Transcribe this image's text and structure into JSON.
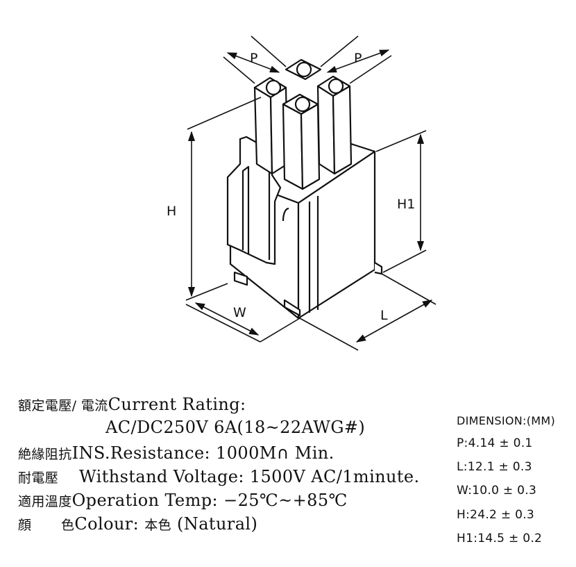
{
  "diagram": {
    "labels": {
      "p_left": "P",
      "p_right": "P",
      "h": "H",
      "h1": "H1",
      "w": "W",
      "l": "L"
    }
  },
  "specs": {
    "current": {
      "label_cjk": "額定電壓/ 電流",
      "label": "Current  Rating:",
      "value": "AC/DC250V  6A(18~22AWG#)"
    },
    "resistance": {
      "label_cjk": "絶緣阻抗",
      "text": "INS.Resistance: 1000M",
      "symbol": "∩",
      "suffix": " Min."
    },
    "voltage": {
      "label_cjk": "耐電壓",
      "text": "Withstand  Voltage: 1500V  AC/1minute."
    },
    "temperature": {
      "label_cjk": "適用溫度",
      "text": "Operation  Temp: −25℃~+85℃"
    },
    "colour": {
      "label_cjk_1": "顔",
      "label_cjk_2": "色",
      "text": "Colour:",
      "value_cjk": "本色",
      "value": "(Natural)"
    }
  },
  "dimensions": {
    "title": "DIMENSION:(MM)",
    "rows": [
      "P:4.14 ± 0.1",
      "L:12.1 ± 0.3",
      "W:10.0 ± 0.3",
      "H:24.2 ± 0.3",
      "H1:14.5 ± 0.2"
    ]
  }
}
